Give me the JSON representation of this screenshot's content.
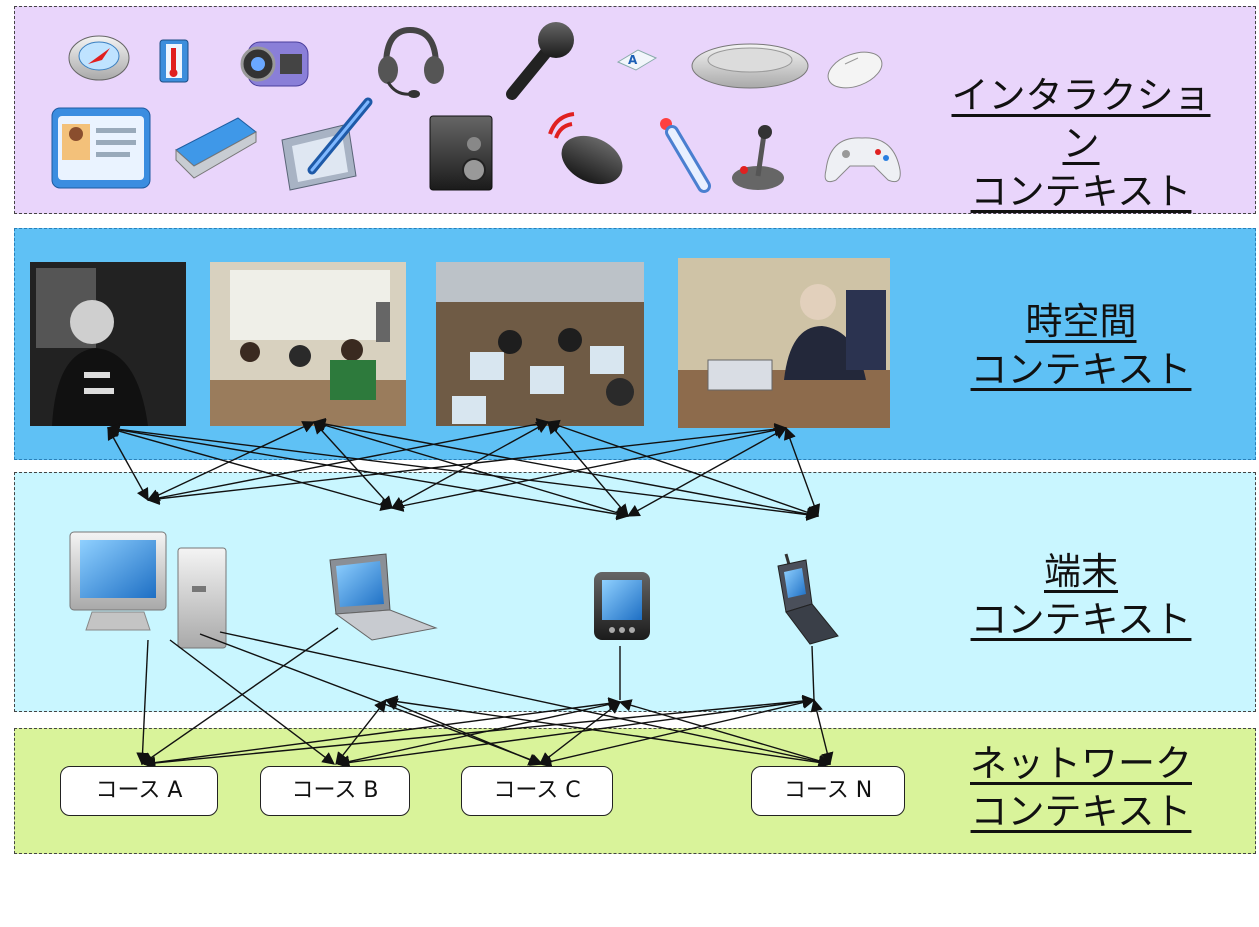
{
  "layers": {
    "interaction": {
      "line1": "インタラクション",
      "line2": "コンテキスト"
    },
    "spacetime": {
      "line1": "時空間",
      "line2": "コンテキスト"
    },
    "terminal": {
      "line1": "端末",
      "line2": "コンテキスト"
    },
    "network": {
      "line1": "ネットワーク",
      "line2": "コンテキスト"
    }
  },
  "courses": [
    "コース A",
    "コース B",
    "コース C",
    "コース N"
  ],
  "interaction_icons": [
    "compass-icon",
    "thermometer-icon",
    "video-camera-icon",
    "headset-icon",
    "microphone-icon",
    "keyboard-key-icon",
    "keyboard-icon",
    "mouse-icon",
    "contact-card-icon",
    "scanner-icon",
    "pen-tablet-icon",
    "speaker-icon",
    "wireless-mouse-icon",
    "remote-control-icon",
    "joystick-icon",
    "gamepad-icon"
  ],
  "photos": [
    "person-photo",
    "classroom-photo",
    "computer-lab-photo",
    "office-photo"
  ],
  "devices": [
    "desktop-pc-icon",
    "laptop-icon",
    "pda-icon",
    "mobile-phone-icon"
  ],
  "colors": {
    "interaction": "#e9d5fb",
    "spacetime": "#5fc1f5",
    "terminal": "#c9f6ff",
    "network": "#d9f39a"
  }
}
